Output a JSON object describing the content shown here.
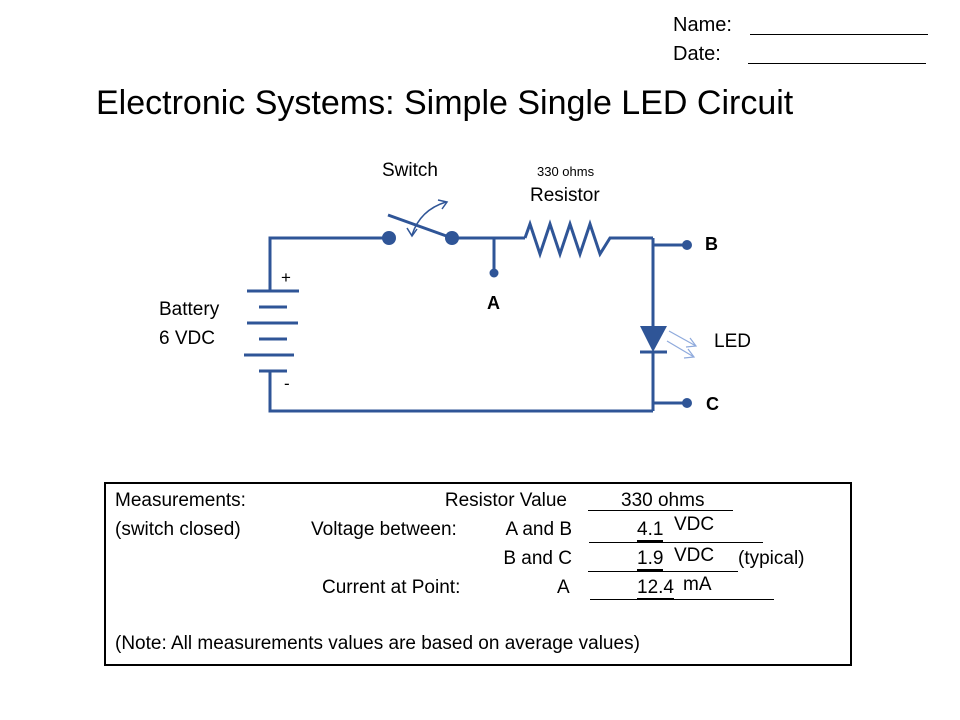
{
  "header": {
    "name_label": "Name:",
    "date_label": "Date:"
  },
  "title": "Electronic Systems: Simple Single LED Circuit",
  "circuit": {
    "switch_label": "Switch",
    "resistor_value_label": "330 ohms",
    "resistor_label": "Resistor",
    "battery_label": "Battery",
    "battery_voltage": "6 VDC",
    "plus_sign": "+",
    "minus_sign": "-",
    "point_a": "A",
    "point_b": "B",
    "point_c": "C",
    "led_label": "LED",
    "wire_color": "#2F5597",
    "light_arrow_color": "#8FAADC"
  },
  "measurements": {
    "heading": "Measurements:",
    "condition": "(switch closed)",
    "resistor_value_label": "Resistor Value",
    "resistor_value": "330 ohms",
    "voltage_between_label": "Voltage between:",
    "ab_label": "A and B",
    "ab_value": "4.1",
    "ab_unit": "VDC",
    "bc_label": "B and C",
    "bc_value": "1.9",
    "bc_unit": "VDC",
    "bc_note": "(typical)",
    "current_label": "Current at Point:",
    "current_point": "A",
    "current_value": "12.4",
    "current_unit": "mA",
    "note": "(Note: All measurements values are based on average values)"
  }
}
